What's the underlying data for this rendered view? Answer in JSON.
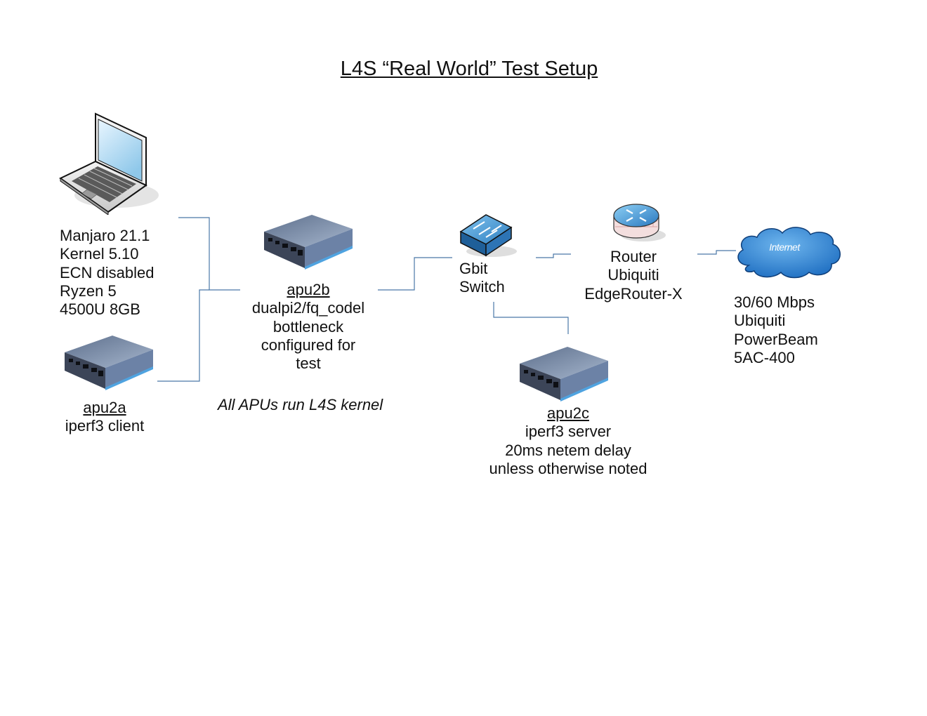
{
  "title": "L4S “Real World” Test Setup",
  "laptop": {
    "icon": "laptop-icon",
    "lines": [
      "Manjaro 21.1",
      "Kernel 5.10",
      "ECN disabled",
      "Ryzen 5",
      "4500U 8GB"
    ]
  },
  "apu2a": {
    "icon": "apu-box-icon",
    "name": "apu2a",
    "lines": [
      "iperf3 client"
    ]
  },
  "apu2b": {
    "icon": "apu-box-icon",
    "name": "apu2b",
    "lines": [
      "dualpi2/fq_codel",
      "bottleneck",
      "configured for",
      "test"
    ]
  },
  "note": "All APUs run L4S kernel",
  "switch": {
    "icon": "network-switch-icon",
    "lines": [
      "Gbit",
      "Switch"
    ]
  },
  "apu2c": {
    "icon": "apu-box-icon",
    "name": "apu2c",
    "lines": [
      "iperf3 server",
      "20ms netem delay",
      "unless otherwise noted"
    ]
  },
  "router": {
    "icon": "router-icon",
    "lines": [
      "Router",
      "Ubiquiti",
      "EdgeRouter-X"
    ]
  },
  "internet": {
    "icon": "internet-cloud-icon",
    "cloud_label": "Internet",
    "lines": [
      "30/60 Mbps",
      "Ubiquiti",
      "PowerBeam",
      "5AC-400"
    ]
  },
  "colors": {
    "wire": "#4a78a8",
    "device_top": "#7e93b3",
    "device_front": "#3c4558",
    "device_edge": "#4fa3e0",
    "switch_blue": "#2f7fc0",
    "cloud_blue": "#1f6fc2"
  }
}
